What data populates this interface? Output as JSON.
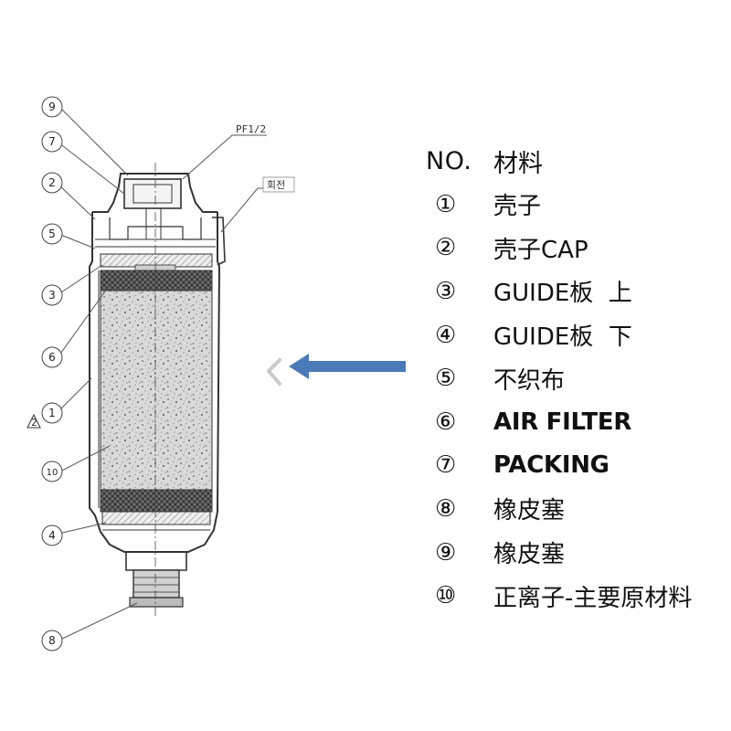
{
  "diagram": {
    "port_label": "PF1/2",
    "side_tag": "회전",
    "revision_mark": "2",
    "callouts": [
      {
        "id": "9",
        "label": "⑨"
      },
      {
        "id": "7",
        "label": "⑦"
      },
      {
        "id": "2",
        "label": "②"
      },
      {
        "id": "5",
        "label": "⑤"
      },
      {
        "id": "3",
        "label": "③"
      },
      {
        "id": "6",
        "label": "⑥"
      },
      {
        "id": "1",
        "label": "①"
      },
      {
        "id": "10",
        "label": "⑩"
      },
      {
        "id": "4",
        "label": "④"
      },
      {
        "id": "8",
        "label": "⑧"
      }
    ],
    "colors": {
      "arrow": "#4a7ab8",
      "chevron": "#c9c9c9",
      "line": "#333333"
    }
  },
  "legend": {
    "header_no": "NO.",
    "header_material": "材料",
    "rows": [
      {
        "num": "①",
        "material": "壳子"
      },
      {
        "num": "②",
        "material": "壳子CAP"
      },
      {
        "num": "③",
        "material": "GUIDE板  上"
      },
      {
        "num": "④",
        "material": "GUIDE板  下"
      },
      {
        "num": "⑤",
        "material": "不织布"
      },
      {
        "num": "⑥",
        "material": "AIR FILTER"
      },
      {
        "num": "⑦",
        "material": "PACKING"
      },
      {
        "num": "⑧",
        "material": "橡皮塞"
      },
      {
        "num": "⑨",
        "material": "橡皮塞"
      },
      {
        "num": "⑩",
        "material": "正离子-主要原材料"
      }
    ]
  }
}
